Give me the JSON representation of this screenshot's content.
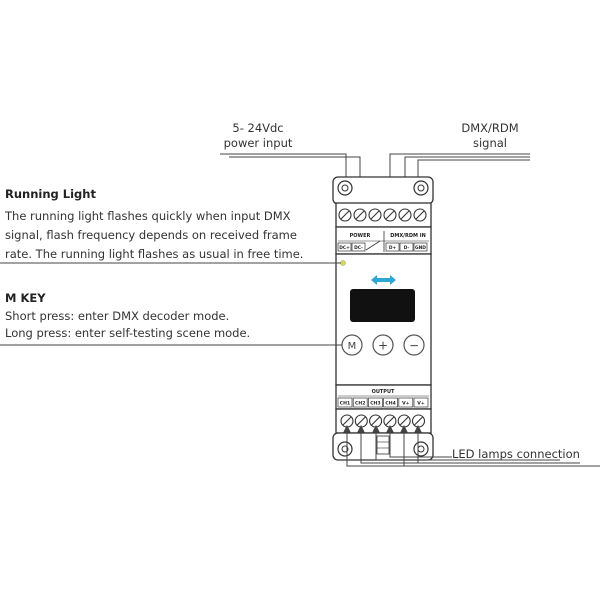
{
  "labels": {
    "power_input_line1": "5- 24Vdc",
    "power_input_line2": "power input",
    "dmx_line1": "DMX/RDM",
    "dmx_line2": "signal",
    "led_connection": "LED lamps connection"
  },
  "running_light": {
    "title": "Running Light",
    "line1": "The running light flashes quickly when input DMX",
    "line2": "signal, flash frequency depends on received frame",
    "line3": "rate. The running light flashes as usual in free time."
  },
  "m_key": {
    "title": "M KEY",
    "line1": "Short press: enter DMX decoder mode.",
    "line2": "Long press: enter self-testing scene mode."
  },
  "device": {
    "power_label": "POWER",
    "dmx_in_label": "DMX/RDM IN",
    "input_terminals": [
      "DC+",
      "DC-",
      "D+",
      "D-",
      "GND"
    ],
    "output_label": "OUTPUT",
    "output_terminals": [
      "CH1",
      "CH2",
      "CH3",
      "CH4",
      "V+",
      "V+"
    ],
    "buttons": [
      "M",
      "+",
      "−"
    ]
  },
  "colors": {
    "line": "#444444",
    "device_stroke": "#333333",
    "indicator_led": "#d9d94a",
    "arrow_cyan": "#2aa7d6",
    "display": "#111111"
  }
}
